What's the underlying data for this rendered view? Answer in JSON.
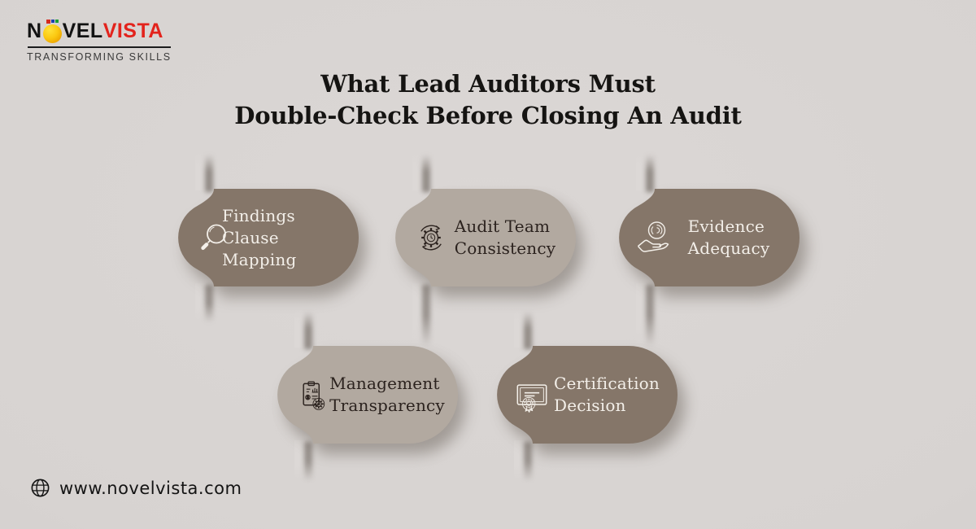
{
  "brand": {
    "name_part1": "N",
    "name_part2": "VEL",
    "name_part3": "VISTA",
    "tagline": "TRANSFORMING SKILLS"
  },
  "title": {
    "line1": "What Lead Auditors Must",
    "line2": "Double-Check Before Closing An Audit"
  },
  "items": [
    {
      "label_line1": "Findings Clause",
      "label_line2": "Mapping",
      "icon": "magnifier-icon",
      "variant": "dark"
    },
    {
      "label_line1": "Audit Team",
      "label_line2": "Consistency",
      "icon": "gear-cycle-icon",
      "variant": "light"
    },
    {
      "label_line1": "Evidence",
      "label_line2": "Adequacy",
      "icon": "hand-fingerprint-icon",
      "variant": "dark"
    },
    {
      "label_line1": "Management",
      "label_line2": "Transparency",
      "icon": "clipboard-gear-icon",
      "variant": "light"
    },
    {
      "label_line1": "Certification",
      "label_line2": "Decision",
      "icon": "certificate-icon",
      "variant": "dark"
    }
  ],
  "footer": {
    "website": "www.novelvista.com"
  },
  "colors": {
    "background": "#d7d3d1",
    "bg_light": "#dbd7d5",
    "pill_dark": "#857669",
    "pill_light": "#b2a9a0",
    "text_on_dark": "#f3efe9",
    "text_on_light": "#2b221e",
    "title_color": "#151412",
    "brand_red": "#e3231c",
    "logo_black": "#121212",
    "tagline_color": "#3a3a3a",
    "footer_color": "#141414",
    "ribbon": "#dcd8d6"
  }
}
